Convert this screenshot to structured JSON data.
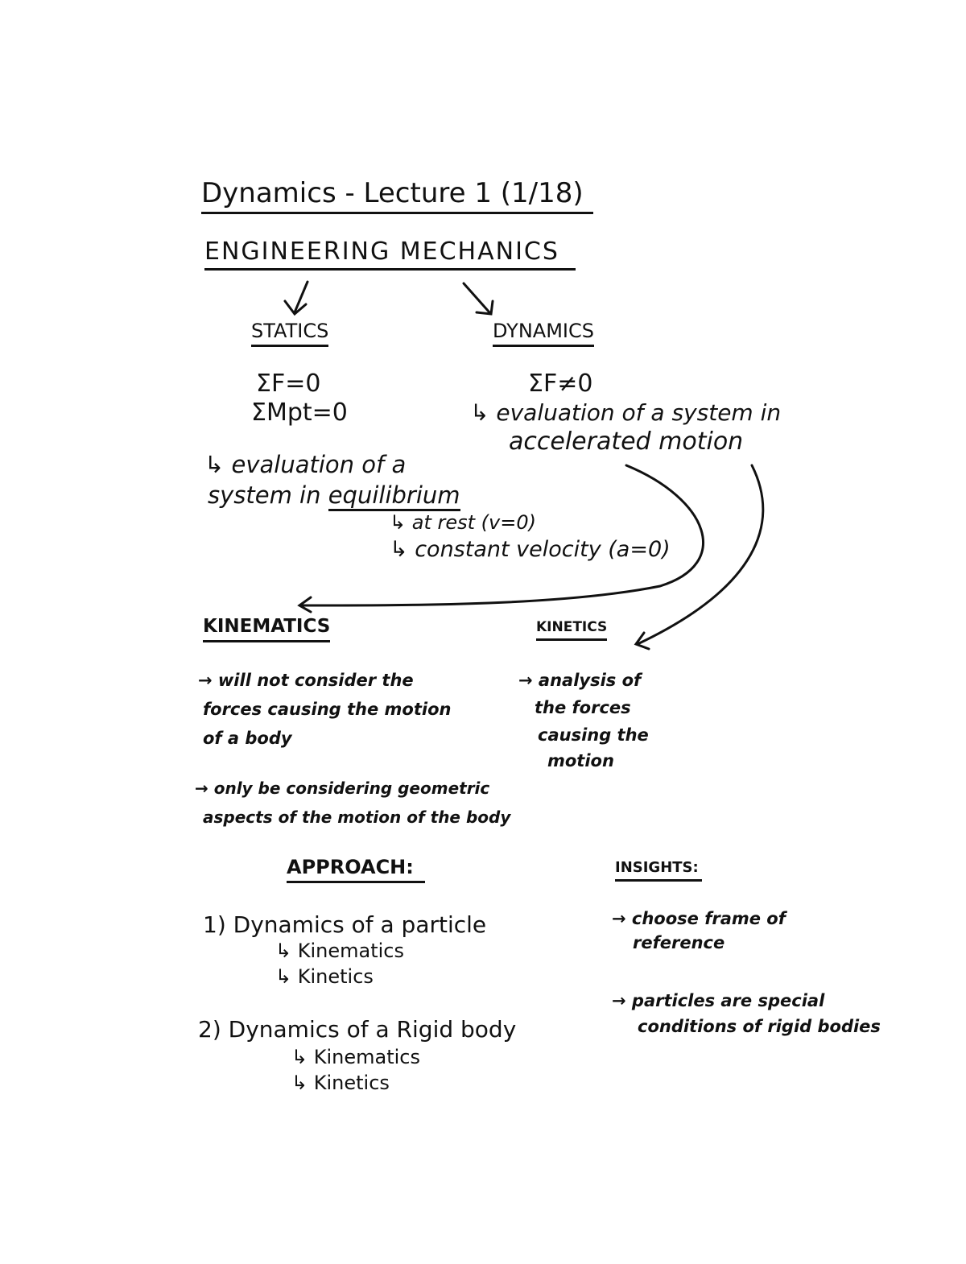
{
  "title": "Dynamics - Lecture 1 (1/18)",
  "heading": "ENGINEERING MECHANICS",
  "statics": {
    "label": "STATICS",
    "eq1": "ΣF=0",
    "eq2": "ΣMpt=0",
    "desc1": "↳ evaluation of a",
    "desc2_prefix": "system in ",
    "desc2_word": "equilibrium",
    "sub1": "↳ at rest (v=0)",
    "sub2": "↳ constant velocity (a=0)"
  },
  "dynamics": {
    "label": "DYNAMICS",
    "eq": "ΣF≠0",
    "desc1": "↳ evaluation of a system in",
    "desc2": "accelerated motion"
  },
  "kinematics": {
    "label": "KINEMATICS",
    "b1_l1": "→ will not consider the",
    "b1_l2": "forces causing the motion",
    "b1_l3": "of a body",
    "b2_l1": "→ only be considering geometric",
    "b2_l2": "aspects of the motion of the body"
  },
  "kinetics": {
    "label": "KINETICS",
    "b1_l1": "→ analysis of",
    "b1_l2": "the forces",
    "b1_l3": "causing the",
    "b1_l4": "motion"
  },
  "approach": {
    "label": "APPROACH:",
    "item1": "1) Dynamics of a particle",
    "item1_a": "↳ Kinematics",
    "item1_b": "↳ Kinetics",
    "item2": "2) Dynamics of a Rigid body",
    "item2_a": "↳ Kinematics",
    "item2_b": "↳ Kinetics"
  },
  "insights": {
    "label": "INSIGHTS:",
    "b1_l1": "→ choose frame of",
    "b1_l2": "reference",
    "b2_l1": "→ particles are special",
    "b2_l2": "conditions of rigid bodies"
  }
}
